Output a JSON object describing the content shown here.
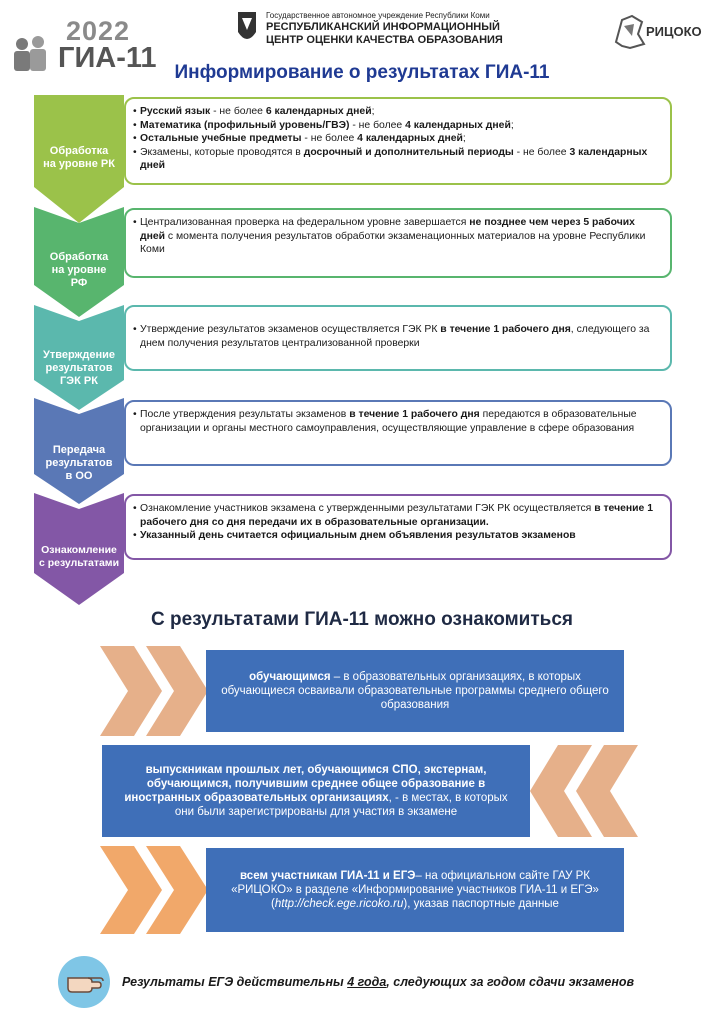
{
  "header": {
    "year": "2022",
    "exam": "ГИА-11",
    "org_line1": "Государственное автономное учреждение Республики Коми",
    "org_line2": "РЕСПУБЛИКАНСКИЙ ИНФОРМАЦИОННЫЙ",
    "org_line3": "ЦЕНТР ОЦЕНКИ КАЧЕСТВА ОБРАЗОВАНИЯ",
    "ricoko": "РИЦОКО"
  },
  "title": "Информирование о результатах ГИА-11",
  "steps": [
    {
      "label_1": "Обработка",
      "label_2": "на уровне РК",
      "label_3": "",
      "color": "#9bc24a",
      "items": [
        {
          "bold": "Русский язык",
          "text": " - не более ",
          "bold2": "6 календарных дней",
          "text2": ";",
          "bold3": "",
          "text3": ""
        },
        {
          "bold": "Математика (профильный уровень/ГВЭ)",
          "text": " - не более ",
          "bold2": "4 календарных дней",
          "text2": ";",
          "bold3": "",
          "text3": ""
        },
        {
          "bold": "Остальные учебные предметы",
          "text": " - не более ",
          "bold2": "4 календарных дней",
          "text2": ";",
          "bold3": "",
          "text3": ""
        },
        {
          "bold": "",
          "text": "Экзамены, которые проводятся в ",
          "bold2": "досрочный и дополнительный периоды",
          "text2": " - не более ",
          "bold3": "3 календарных дней",
          "text3": ""
        }
      ]
    },
    {
      "label_1": "Обработка",
      "label_2": "на уровне",
      "label_3": "РФ",
      "color": "#58b56e",
      "items": [
        {
          "bold": "",
          "text": "Централизованная проверка на федеральном уровне завершается ",
          "bold2": "не позднее чем через 5 рабочих дней",
          "text2": " с момента получения результатов обработки экзаменационных материалов на уровне Республики Коми",
          "bold3": "",
          "text3": ""
        }
      ]
    },
    {
      "label_1": "Утверждение",
      "label_2": "результатов",
      "label_3": "ГЭК РК",
      "color": "#5bb8ad",
      "items": [
        {
          "bold": "",
          "text": "Утверждение результатов экзаменов осуществляется ГЭК РК ",
          "bold2": "в течение 1 рабочего дня",
          "text2": ", следующего за днем получения результатов централизованной проверки",
          "bold3": "",
          "text3": ""
        }
      ]
    },
    {
      "label_1": "Передача",
      "label_2": "результатов",
      "label_3": "в ОО",
      "color": "#5a78b6",
      "items": [
        {
          "bold": "",
          "text": "После утверждения результаты экзаменов ",
          "bold2": "в течение 1 рабочего дня",
          "text2": " передаются  в образовательные организации и органы местного самоуправления, осуществляющие управление в сфере образования",
          "bold3": "",
          "text3": ""
        }
      ]
    },
    {
      "label_1": "Ознакомление",
      "label_2": "с результатами",
      "label_3": "",
      "color": "#8357a6",
      "items": [
        {
          "bold": "",
          "text": "Ознакомление участников экзамена с утвержденными результатами ГЭК РК осуществляется ",
          "bold2": "в течение 1 рабочего дня со дня передачи их в образовательные организации.",
          "text2": "",
          "bold3": "",
          "text3": ""
        },
        {
          "bold": "Указанный день считается официальным днем объявления результатов экзаменов",
          "text": "",
          "bold2": "",
          "text2": "",
          "bold3": "",
          "text3": ""
        }
      ]
    }
  ],
  "section2_title": "С результатами ГИА-11 можно ознакомиться",
  "options": [
    {
      "bold": "обучающимся",
      "text": " – в образовательных организациях, в которых обучающиеся осваивали образовательные программы среднего общего образования",
      "italic": "",
      "text2": ""
    },
    {
      "bold": "выпускникам прошлых лет, обучающимся СПО, экстернам, обучающимся, получившим среднее общее образование в иностранных образовательных организациях",
      "text": ", - в местах, в которых они были зарегистрированы для участия в экзамене",
      "italic": "",
      "text2": ""
    },
    {
      "bold": "всем участникам ГИА-11 и ЕГЭ",
      "text": "– на официальном сайте  ГАУ РК «РИЦОКО» в разделе «Информирование участников ГИА-11 и ЕГЭ» (",
      "italic": "http://check.ege.ricoko.ru",
      "text2": "), указав паспортные данные"
    }
  ],
  "footer": {
    "before": "Результаты ЕГЭ действительны ",
    "underlined": "4 года",
    "after": ", следующих за годом сдачи экзаменов"
  },
  "colors": {
    "title_blue": "#1f3a93",
    "box_blue": "#3f6fb8",
    "chevron_orange": "#e9a06a"
  }
}
